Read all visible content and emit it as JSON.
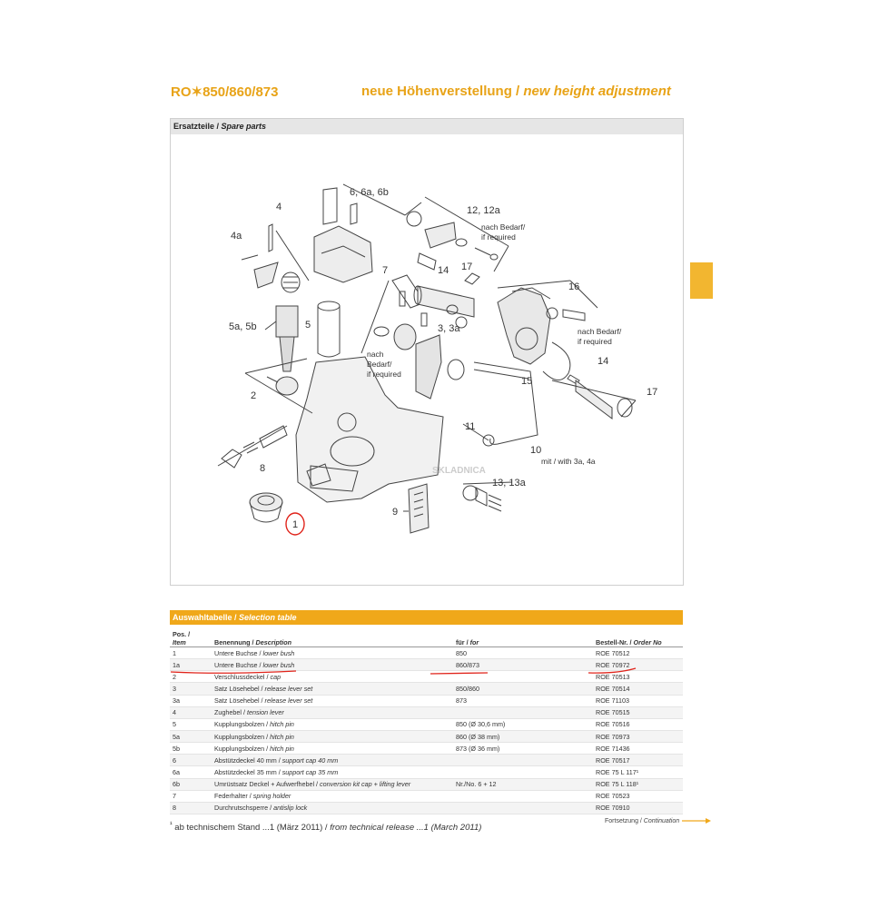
{
  "header": {
    "model": "RO✶850/860/873",
    "title_de": "neue Höhenverstellung / ",
    "title_en": "new height adjustment"
  },
  "spare_parts": {
    "heading_de": "Ersatzteile / ",
    "heading_en": "Spare parts"
  },
  "diagram": {
    "labels": [
      "6, 6a, 6b",
      "4",
      "4a",
      "12, 12a",
      "nach Bedarf/",
      "if required",
      "7",
      "14",
      "17",
      "16",
      "5a, 5b",
      "5",
      "3, 3a",
      "nach",
      "Bedarf/",
      "if required",
      "nach Bedarf/",
      "if required",
      "2",
      "14",
      "15",
      "17",
      "11",
      "10",
      "mit / with 3a, 4a",
      "8",
      "13, 13a",
      "9",
      "1"
    ],
    "watermark": "SKLADNICA"
  },
  "selection_table": {
    "heading_de": "Auswahltabelle / ",
    "heading_en": "Selection table",
    "columns": [
      {
        "de": "Pos. / ",
        "en": "Item"
      },
      {
        "de": "Benennung / ",
        "en": "Description"
      },
      {
        "de": "für / ",
        "en": "for"
      },
      {
        "de": "Bestell-Nr. / ",
        "en": "Order No"
      }
    ],
    "rows": [
      {
        "item": "1",
        "desc_de": "Untere Buchse / ",
        "desc_en": "lower bush",
        "for": "850",
        "order": "ROE 70512"
      },
      {
        "item": "1a",
        "desc_de": "Untere Buchse / ",
        "desc_en": "lower bush",
        "for": "860/873",
        "order": "ROE 70972"
      },
      {
        "item": "2",
        "desc_de": "Verschlussdeckel / ",
        "desc_en": "cap",
        "for": "",
        "order": "ROE 70513"
      },
      {
        "item": "3",
        "desc_de": "Satz Lösehebel / ",
        "desc_en": "release lever set",
        "for": "850/860",
        "order": "ROE 70514"
      },
      {
        "item": "3a",
        "desc_de": "Satz Lösehebel / ",
        "desc_en": "release lever set",
        "for": "873",
        "order": "ROE 71103"
      },
      {
        "item": "4",
        "desc_de": "Zughebel / ",
        "desc_en": "tension lever",
        "for": "",
        "order": "ROE 70515"
      },
      {
        "item": "5",
        "desc_de": "Kupplungsbolzen / ",
        "desc_en": "hitch pin",
        "for": "850 (Ø 30,6 mm)",
        "order": "ROE 70516"
      },
      {
        "item": "5a",
        "desc_de": "Kupplungsbolzen / ",
        "desc_en": "hitch pin",
        "for": "860 (Ø 38 mm)",
        "order": "ROE 70973"
      },
      {
        "item": "5b",
        "desc_de": "Kupplungsbolzen / ",
        "desc_en": "hitch pin",
        "for": "873 (Ø 36 mm)",
        "order": "ROE 71436"
      },
      {
        "item": "6",
        "desc_de": "Abstützdeckel 40 mm / ",
        "desc_en": "support cap 40 mm",
        "for": "",
        "order": "ROE 70517"
      },
      {
        "item": "6a",
        "desc_de": "Abstützdeckel 35 mm / ",
        "desc_en": "support cap 35 mm",
        "for": "",
        "order": "ROE 75 L 117¹"
      },
      {
        "item": "6b",
        "desc_de": "Umrüstsatz Deckel + Aufwerfhebel / ",
        "desc_en": "conversion kit cap + lifting lever",
        "for": "Nr./No. 6 + 12",
        "order": "ROE 75 L 118¹"
      },
      {
        "item": "7",
        "desc_de": "Federhalter / ",
        "desc_en": "spring holder",
        "for": "",
        "order": "ROE 70523"
      },
      {
        "item": "8",
        "desc_de": "Durchrutschsperre / ",
        "desc_en": "antislip lock",
        "for": "",
        "order": "ROE 70910"
      }
    ]
  },
  "footnote": {
    "mark": "¹",
    "text_de": " ab technischem Stand ...1 (März 2011) / ",
    "text_en": "from technical release ...1 (March 2011)"
  },
  "continuation": {
    "de": "Fortsetzung / ",
    "en": "Continuation"
  },
  "colors": {
    "accent": "#e8a317",
    "table_header": "#f0a81a",
    "markup_red": "#e0241b"
  }
}
